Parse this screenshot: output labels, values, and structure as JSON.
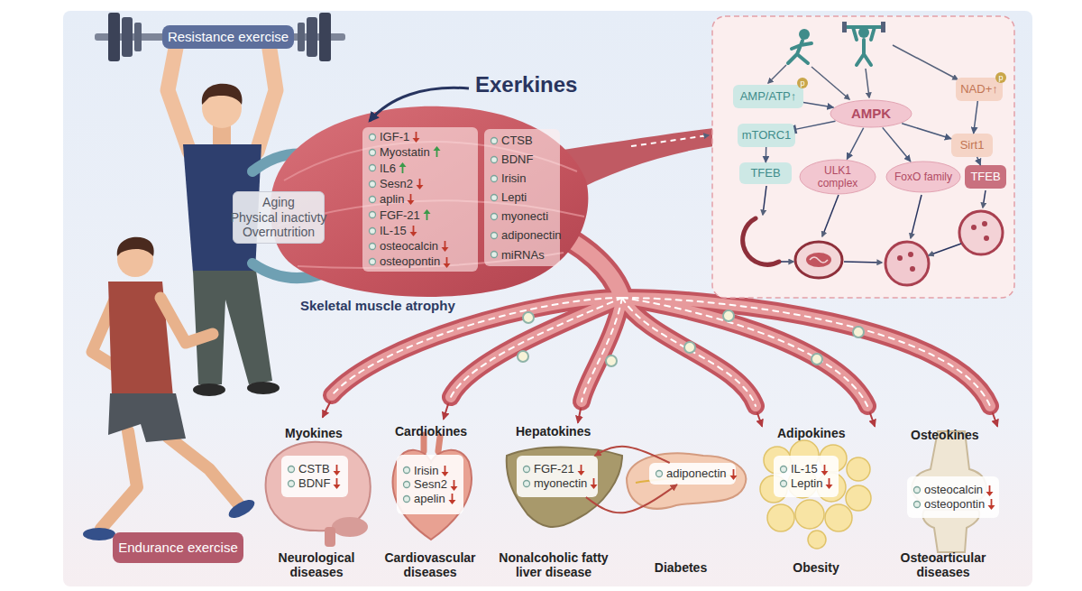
{
  "diagram": {
    "nodes": [
      {
        "text": [
          "Resistance exercise"
        ]
      },
      {
        "text": [
          "Aging",
          "Physical inactivty",
          "Overnutrition"
        ]
      },
      {
        "text": [
          "IGF-1",
          "Myostatin",
          "IL6",
          "Sesn2",
          "aplin",
          "FGF-21",
          "IL-15",
          "osteocalcin",
          "osteopontin"
        ]
      },
      {
        "text": [
          "CTSB",
          "BDNF",
          "Irisin",
          "Lepti",
          "myonecti",
          "adiponectin",
          "miRNAs"
        ]
      },
      {
        "text": [
          "AMP/ATP↑"
        ]
      },
      {
        "text": [
          "NAD+↑"
        ]
      },
      {
        "text": [
          "AMPK"
        ]
      },
      {
        "text": [
          "mTORC1"
        ]
      },
      {
        "text": [
          "Sirt1"
        ]
      },
      {
        "text": [
          "TFEB"
        ]
      },
      {
        "text": [
          "ULK1 complex"
        ]
      },
      {
        "text": [
          "FoxO family"
        ]
      },
      {
        "text": [
          "TFEB"
        ]
      },
      {
        "text": [
          "CSTB",
          "BDNF"
        ]
      },
      {
        "text": [
          "Irisin",
          "Sesn2",
          "apelin"
        ]
      },
      {
        "text": [
          "FGF-21",
          "myonectin"
        ]
      },
      {
        "text": [
          "adiponectin"
        ]
      },
      {
        "text": [
          "IL-15",
          "Leptin"
        ]
      },
      {
        "text": [
          "osteocalcin",
          "osteopontin"
        ]
      },
      {
        "text": [
          "Endurance exercise"
        ]
      }
    ],
    "edges": [
      {
        "from": 4,
        "to": 6,
        "arrow": "to"
      },
      {
        "from": 5,
        "to": 8,
        "arrow": "to"
      },
      {
        "from": 6,
        "to": 7,
        "arrow": "to"
      },
      {
        "from": 6,
        "to": 10,
        "arrow": "to"
      },
      {
        "from": 6,
        "to": 11,
        "arrow": "to"
      },
      {
        "from": 6,
        "to": 8,
        "arrow": "to"
      },
      {
        "from": 7,
        "to": 9,
        "arrow": "to"
      },
      {
        "from": 8,
        "to": 12,
        "arrow": "to"
      },
      {
        "from": 16,
        "to": 15,
        "arrow": "to"
      },
      {
        "from": 15,
        "to": 16,
        "arrow": "to"
      }
    ],
    "labels": [
      "Exerkines",
      "Skeletal muscle atrophy",
      "p",
      "p",
      "Myokines",
      "Cardiokines",
      "Hepatokines",
      "Adipokines",
      "Osteokines",
      "Neurological diseases",
      "Cardiovascular diseases",
      "Nonalcoholic fatty liver disease",
      "Diabetes",
      "Obesity",
      "Osteoarticular diseases"
    ]
  }
}
